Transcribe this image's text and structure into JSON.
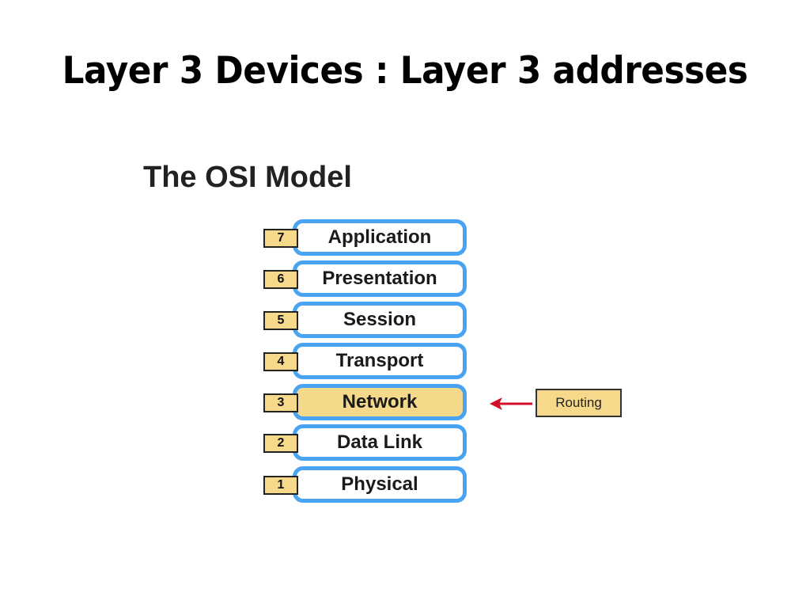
{
  "slide": {
    "title": "Layer 3 Devices : Layer 3 addresses"
  },
  "diagram": {
    "title": "The OSI Model",
    "layers": [
      {
        "number": "7",
        "name": "Application"
      },
      {
        "number": "6",
        "name": "Presentation"
      },
      {
        "number": "5",
        "name": "Session"
      },
      {
        "number": "4",
        "name": "Transport"
      },
      {
        "number": "3",
        "name": "Network"
      },
      {
        "number": "2",
        "name": "Data Link"
      },
      {
        "number": "1",
        "name": "Physical"
      }
    ],
    "annotation": {
      "label": "Routing"
    },
    "colors": {
      "layer_border": "#4aa3f0",
      "highlight": "#f5d98a",
      "arrow": "#d0102a"
    }
  }
}
